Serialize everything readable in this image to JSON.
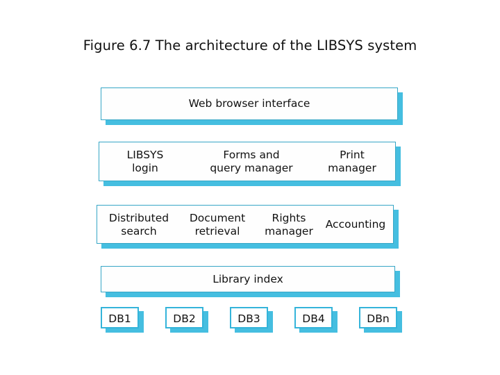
{
  "figure": {
    "title": "Figure 6.7 The architecture of the LIBSYS system",
    "accent_color": "#45bee0",
    "border_color": "#36a6c6",
    "db_border_color": "#34b4da",
    "background_color": "#ffffff",
    "text_color": "#111111"
  },
  "layers": [
    {
      "name": "web-browser-interface",
      "cells": [
        {
          "name": "web-browser-interface",
          "label": "Web browser interface"
        }
      ]
    },
    {
      "name": "application-services",
      "cells": [
        {
          "name": "libsys-login",
          "label": "LIBSYS\nlogin"
        },
        {
          "name": "forms-and-query-manager",
          "label": "Forms and\nquery manager"
        },
        {
          "name": "print-manager",
          "label": "Print\nmanager"
        }
      ]
    },
    {
      "name": "shared-services",
      "cells": [
        {
          "name": "distributed-search",
          "label": "Distributed\nsearch"
        },
        {
          "name": "document-retrieval",
          "label": "Document\nretrieval"
        },
        {
          "name": "rights-manager",
          "label": "Rights\nmanager"
        },
        {
          "name": "accounting",
          "label": "Accounting"
        }
      ]
    },
    {
      "name": "library-index",
      "cells": [
        {
          "name": "library-index",
          "label": "Library index"
        }
      ]
    }
  ],
  "databases": [
    {
      "name": "db1",
      "label": "DB1"
    },
    {
      "name": "db2",
      "label": "DB2"
    },
    {
      "name": "db3",
      "label": "DB3"
    },
    {
      "name": "db4",
      "label": "DB4"
    },
    {
      "name": "dbn",
      "label": "DBn"
    }
  ]
}
